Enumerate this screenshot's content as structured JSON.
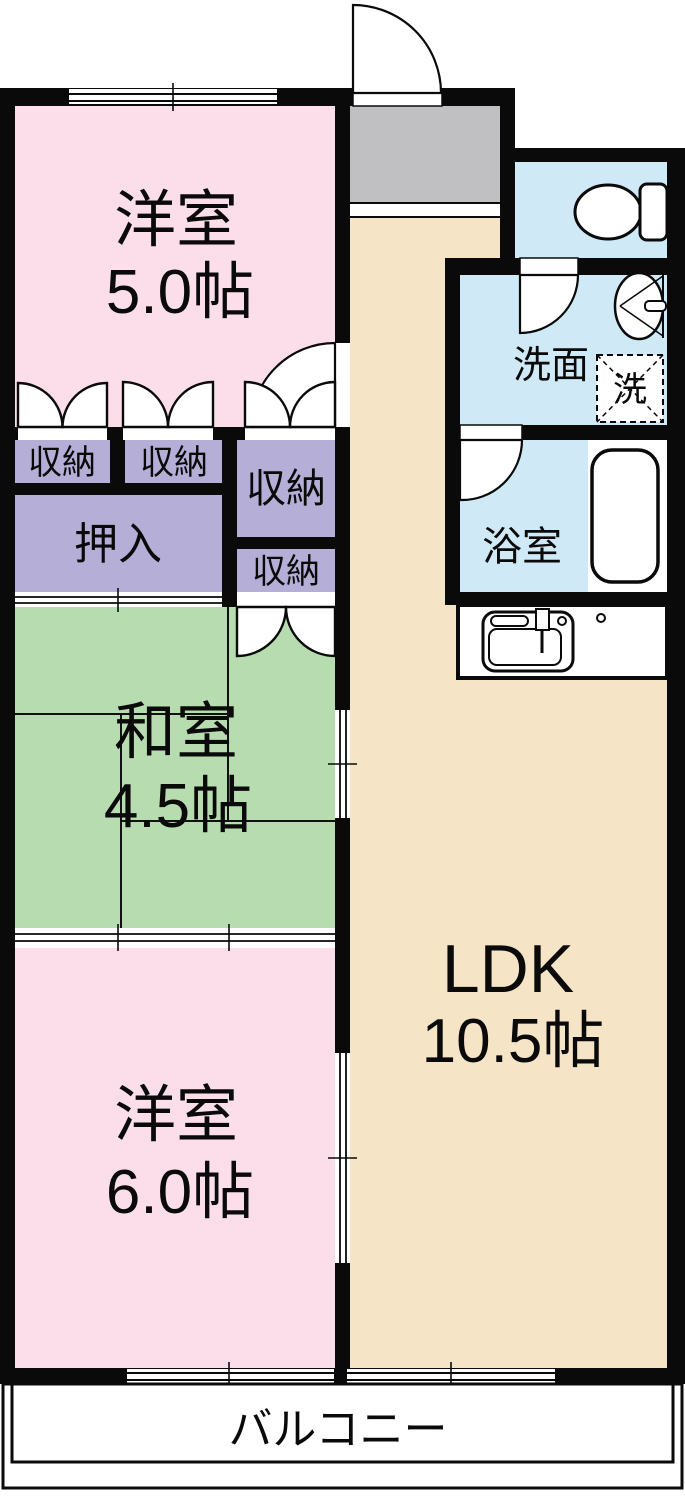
{
  "plan": {
    "type": "japanese-apartment-floor-plan",
    "rooms": {
      "western1": {
        "name": "洋室",
        "size": "5.0帖"
      },
      "japanese": {
        "name": "和室",
        "size": "4.5帖"
      },
      "western2": {
        "name": "洋室",
        "size": "6.0帖"
      },
      "ldk": {
        "name": "LDK",
        "size": "10.5帖"
      }
    },
    "labels": {
      "storage": "収納",
      "closet": "押入",
      "washroom": "洗面",
      "washing_machine": "洗",
      "bathroom": "浴室",
      "balcony": "バルコニー"
    },
    "colors": {
      "wall": "#0a0a0a",
      "western_room": "#fbdeea",
      "japanese_room": "#b7dcb0",
      "storage": "#b5afd7",
      "ldk": "#f6e4c6",
      "wet_area": "#cfeaf6",
      "entry_gray": "#c0bfc1",
      "fixture_white": "#ffffff"
    }
  }
}
